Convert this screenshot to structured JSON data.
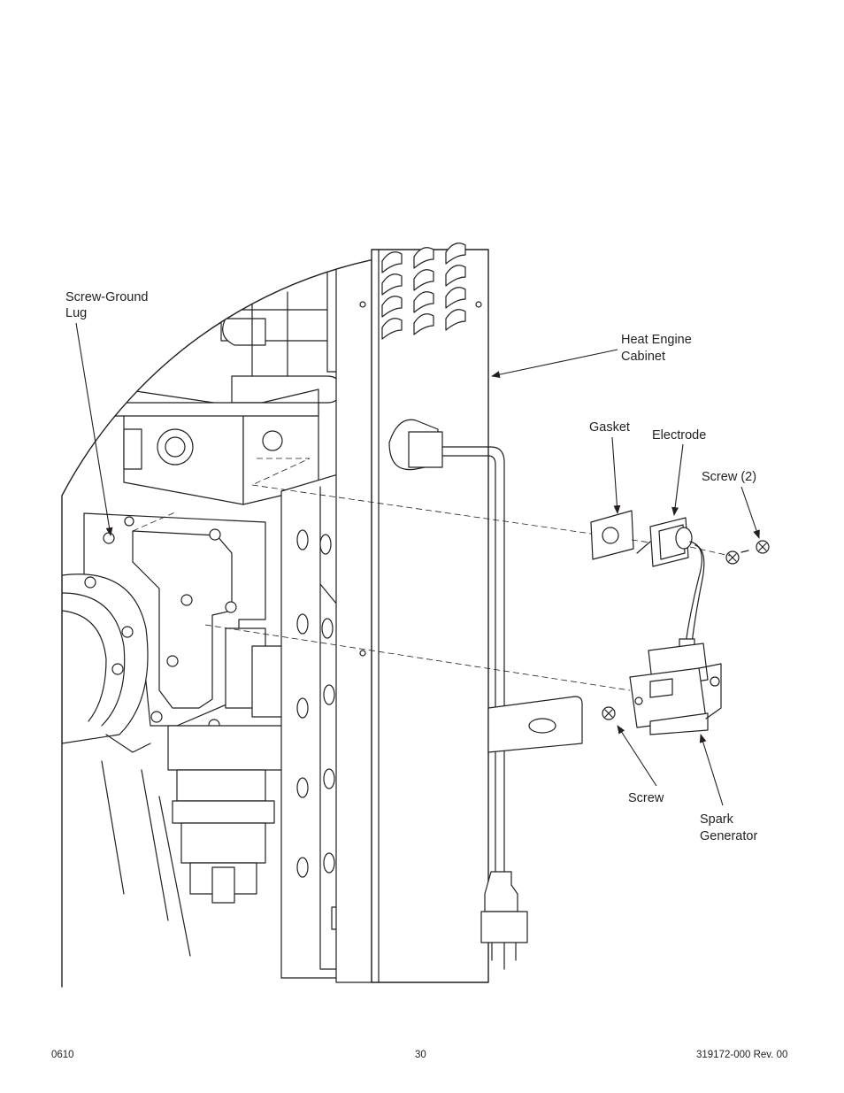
{
  "labels": {
    "screw_ground_lug_line1": "Screw-Ground",
    "screw_ground_lug_line2": "Lug",
    "heat_engine_cabinet_line1": "Heat Engine",
    "heat_engine_cabinet_line2": "Cabinet",
    "gasket": "Gasket",
    "electrode": "Electrode",
    "screw_2": "Screw (2)",
    "screw": "Screw",
    "spark_generator_line1": "Spark",
    "spark_generator_line2": "Generator"
  },
  "footer": {
    "left": "0610",
    "center": "30",
    "right": "319172-000 Rev. 00"
  }
}
